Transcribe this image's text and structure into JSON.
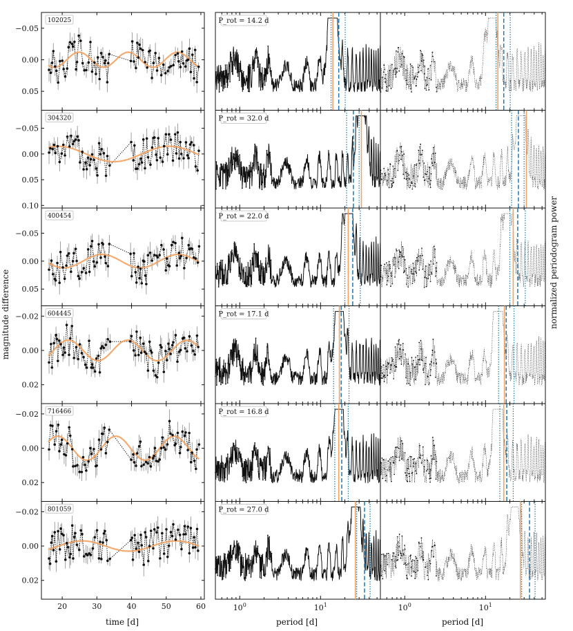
{
  "figure": {
    "ylabel_left": "magnitude difference",
    "ylabel_right": "normalized periodogram power",
    "xlabel_time": "time [d]",
    "xlabel_period": "period [d]",
    "time_ticks": [
      20,
      30,
      40,
      50,
      60
    ],
    "period_tick_labels": [
      "10^0",
      "10^1"
    ],
    "colors": {
      "data": "#111111",
      "errorbar": "#888888",
      "fit": "#f4a261",
      "prot": "#f4a261",
      "dashed": "#1f77b4",
      "dotted": "#1f77b4"
    }
  },
  "chart_data": [
    {
      "type": "scatter",
      "star": "102025",
      "prot_label": "P_rot = 14.2 d",
      "prot": 14.2,
      "ylim": [
        0.08,
        -0.075
      ],
      "yticks": [
        -0.05,
        0.0,
        0.05
      ],
      "ytick_labels": [
        "−0.05",
        "0.00",
        "0.05"
      ],
      "amp": 0.012,
      "lines": {
        "dashed": 16.8,
        "dotted": [
          13.5,
          20.2
        ]
      }
    },
    {
      "type": "scatter",
      "star": "304320",
      "prot_label": "P_rot = 32.0 d",
      "prot": 32.0,
      "ylim": [
        0.105,
        -0.085
      ],
      "yticks": [
        -0.05,
        0.0,
        0.05,
        0.1
      ],
      "ytick_labels": [
        "−0.05",
        "0.00",
        "0.05",
        "0.10"
      ],
      "amp": 0.015,
      "lines": {
        "dashed": 25.5,
        "dotted": [
          21.0,
          30.0
        ]
      }
    },
    {
      "type": "scatter",
      "star": "400454",
      "prot_label": "P_rot = 22.0 d",
      "prot": 22.0,
      "ylim": [
        0.08,
        -0.095
      ],
      "yticks": [
        -0.05,
        0.0,
        0.05
      ],
      "ytick_labels": [
        "−0.05",
        "0.00",
        "0.05"
      ],
      "amp": 0.012,
      "lines": {
        "dashed": 25.0,
        "dotted": [
          20.0,
          31.0
        ]
      }
    },
    {
      "type": "scatter",
      "star": "604445",
      "prot_label": "P_rot = 17.1 d",
      "prot": 17.1,
      "ylim": [
        0.031,
        -0.026
      ],
      "yticks": [
        -0.02,
        0.0,
        0.02
      ],
      "ytick_labels": [
        "−0.02",
        "0.00",
        "0.02"
      ],
      "amp": 0.006,
      "lines": {
        "dashed": 18.0,
        "dotted": [
          14.5,
          22.5
        ]
      }
    },
    {
      "type": "scatter",
      "star": "716466",
      "prot_label": "P_rot = 16.8 d",
      "prot": 16.8,
      "ylim": [
        0.031,
        -0.026
      ],
      "yticks": [
        -0.02,
        0.0,
        0.02
      ],
      "ytick_labels": [
        "−0.02",
        "0.00",
        "0.02"
      ],
      "amp": 0.007,
      "lines": {
        "dashed": 18.3,
        "dotted": [
          15.0,
          22.0
        ]
      }
    },
    {
      "type": "scatter",
      "star": "801059",
      "prot_label": "P_rot = 27.0 d",
      "prot": 27.0,
      "ylim": [
        0.031,
        -0.026
      ],
      "yticks": [
        -0.02,
        0.0,
        0.02
      ],
      "ytick_labels": [
        "−0.02",
        "0.00",
        "0.02"
      ],
      "amp": 0.003,
      "lines": {
        "dashed": 35.0,
        "dotted": [
          28.0,
          41.0
        ]
      }
    }
  ]
}
